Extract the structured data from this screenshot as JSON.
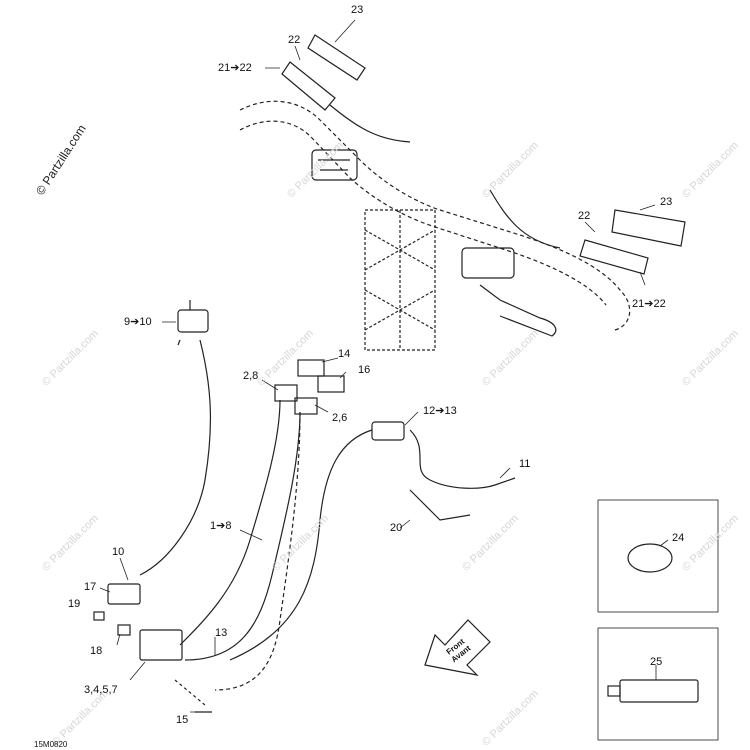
{
  "watermark_main": "© Partzilla.com",
  "watermark_repeat": "© Partzilla.com",
  "reference_code": "15M0820",
  "front_arrow": {
    "line1": "Front",
    "line2": "Avant"
  },
  "callouts": {
    "c23_top": "23",
    "c22_top": "22",
    "c21_22_top": "21➔22",
    "c23_right": "23",
    "c22_right": "22",
    "c21_22_right": "21➔22",
    "c9_10": "9➔10",
    "c14": "14",
    "c16": "16",
    "c2_8": "2,8",
    "c2_6": "2,6",
    "c12_13": "12➔13",
    "c11": "11",
    "c1_8": "1➔8",
    "c20": "20",
    "c10": "10",
    "c17": "17",
    "c19": "19",
    "c18": "18",
    "c13": "13",
    "c3_4_5_7": "3,4,5,7",
    "c15": "15",
    "c24": "24",
    "c25": "25"
  }
}
